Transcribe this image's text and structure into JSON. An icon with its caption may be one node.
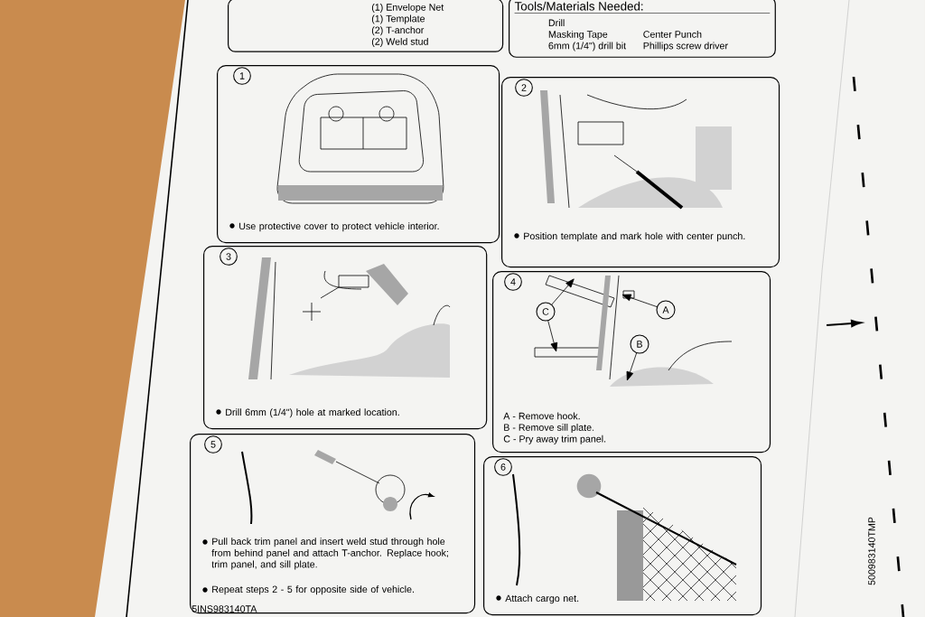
{
  "diagram": {
    "nodes": [
      {
        "text": [
          "(1) Envelope Net",
          "(1) Template",
          "(2) T-anchor",
          "(2) Weld stud"
        ]
      },
      {
        "text": [
          "Tools/Materials Needed:",
          "Drill",
          "Masking Tape",
          "6mm (1/4\") drill bit",
          "Center Punch",
          "Phillips screw driver"
        ]
      },
      {
        "text": [
          "Use protective cover to protect vehicle interior."
        ]
      },
      {
        "text": [
          "1"
        ],
        "in": 2
      },
      {
        "text": [
          "Position template and mark hole with center punch."
        ]
      },
      {
        "text": [
          "2"
        ],
        "in": 4
      },
      {
        "text": [
          "Drill 6mm (1/4\") hole at marked location."
        ]
      },
      {
        "text": [
          "3"
        ],
        "in": 6
      },
      {
        "text": [
          "A - Remove hook.",
          "B - Remove sill plate.",
          "C - Pry away trim panel."
        ]
      },
      {
        "text": [
          "4"
        ],
        "in": 8
      },
      {
        "text": [
          "A"
        ],
        "in": 8
      },
      {
        "text": [
          "B"
        ],
        "in": 8
      },
      {
        "text": [
          "C"
        ],
        "in": 8
      },
      {
        "text": [
          "Pull back trim panel and insert weld stud through hole from behind panel and attach T-anchor. Replace hook; trim panel, and sill plate.",
          "Repeat steps 2 - 5 for opposite side of vehicle."
        ]
      },
      {
        "text": [
          "5"
        ],
        "in": 13
      },
      {
        "text": [
          "Attach cargo net."
        ]
      },
      {
        "text": [
          "6"
        ],
        "in": 15
      }
    ],
    "edges": [
      {
        "from": 10,
        "to": null,
        "arrow": "to"
      },
      {
        "from": 11,
        "to": null,
        "arrow": "to"
      },
      {
        "from": 12,
        "to": null,
        "arrow": "to"
      },
      {
        "from": 12,
        "to": null,
        "arrow": "to"
      }
    ],
    "labels": [
      "5INS983140TA",
      "500983140TMP"
    ]
  }
}
